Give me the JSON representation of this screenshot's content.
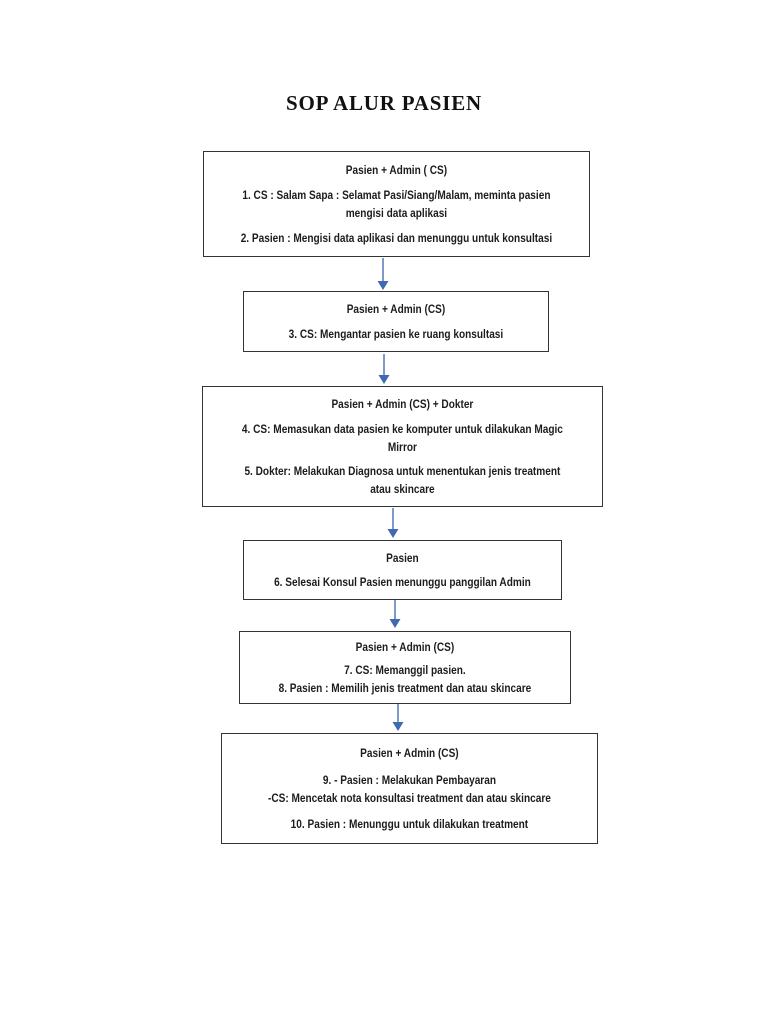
{
  "page": {
    "title": "SOP ALUR PASIEN"
  },
  "colors": {
    "page_background": "#ffffff",
    "box_border": "#343434",
    "text": "#1c1c1c",
    "arrow_stem": "#7d9aca",
    "arrow_head": "#3f69b0"
  },
  "flowchart": {
    "boxes": [
      {
        "header": "Pasien + Admin ( CS)",
        "items": [
          "1. CS : Salam Sapa : Selamat Pasi/Siang/Malam, meminta pasien\nmengisi data aplikasi",
          "2. Pasien : Mengisi data aplikasi dan menunggu untuk konsultasi"
        ]
      },
      {
        "header": "Pasien + Admin (CS)",
        "items": [
          "3. CS: Mengantar pasien ke ruang konsultasi"
        ]
      },
      {
        "header": "Pasien + Admin (CS) + Dokter",
        "items": [
          "4. CS: Memasukan data pasien ke komputer untuk dilakukan Magic\nMirror",
          "5. Dokter: Melakukan Diagnosa untuk menentukan jenis treatment\natau skincare"
        ]
      },
      {
        "header": "Pasien",
        "items": [
          "6. Selesai Konsul Pasien menunggu panggilan Admin"
        ]
      },
      {
        "header": "Pasien + Admin (CS)",
        "items": [
          "7. CS: Memanggil pasien.\n8. Pasien : Memilih jenis treatment dan atau skincare"
        ]
      },
      {
        "header": "Pasien + Admin (CS)",
        "items": [
          "9. - Pasien : Melakukan Pembayaran\n-CS: Mencetak nota konsultasi treatment dan atau skincare",
          "10. Pasien : Menunggu untuk dilakukan treatment"
        ]
      }
    ]
  }
}
